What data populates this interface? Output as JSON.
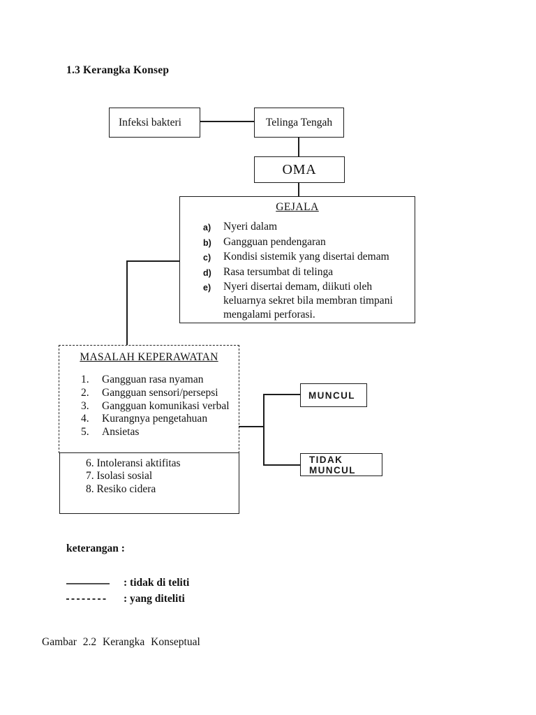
{
  "page": {
    "heading": "1.3 Kerangka Konsep",
    "caption": "Gambar 2.2 Kerangka Konseptual"
  },
  "diagram": {
    "nodes": {
      "infeksi": {
        "label": "Infeksi bakteri"
      },
      "telinga": {
        "label": "Telinga Tengah"
      },
      "oma": {
        "label": "OMA"
      },
      "gejala": {
        "title": "GEJALA",
        "items": [
          {
            "marker": "a)",
            "text": "Nyeri dalam"
          },
          {
            "marker": "b)",
            "text": "Gangguan pendengaran"
          },
          {
            "marker": "c)",
            "text": "Kondisi sistemik yang disertai demam"
          },
          {
            "marker": "d)",
            "text": "Rasa tersumbat di telinga"
          },
          {
            "marker": "e)",
            "text": "Nyeri disertai demam, diikuti oleh keluarnya sekret bila membran timpani mengalami perforasi."
          }
        ]
      },
      "masalah": {
        "title": "MASALAH KEPERAWATAN",
        "items": [
          {
            "marker": "1.",
            "text": "Gangguan rasa nyaman"
          },
          {
            "marker": "2.",
            "text": "Gangguan sensori/persepsi"
          },
          {
            "marker": "3.",
            "text": "Gangguan komunikasi verbal"
          },
          {
            "marker": "4.",
            "text": "Kurangnya pengetahuan"
          },
          {
            "marker": "5.",
            "text": "Ansietas"
          }
        ]
      },
      "extra": {
        "items": [
          "6. Intoleransi aktifitas",
          "7. Isolasi sosial",
          "8. Resiko cidera"
        ]
      },
      "muncul": {
        "label": "MUNCUL"
      },
      "tidak_muncul": {
        "label": "TIDAK MUNCUL"
      }
    },
    "legend": {
      "title": "keterangan :",
      "solid_label": ": tidak di teliti",
      "dashed_label": ": yang diteliti"
    },
    "colors": {
      "line": "#1c1c1c",
      "text": "#111111",
      "background": "#ffffff"
    }
  }
}
